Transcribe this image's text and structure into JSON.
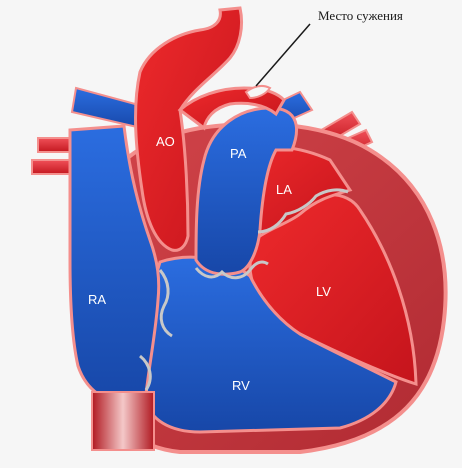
{
  "callout": {
    "text": "Место сужения"
  },
  "labels": {
    "ao": "AO",
    "pa": "PA",
    "la": "LA",
    "ra": "RA",
    "lv": "LV",
    "rv": "RV"
  },
  "colors": {
    "background": "#f6f6f6",
    "oxygenated_blood": "#e01a23",
    "deoxygenated_blood": "#1d5fd0",
    "myocardium": "#c9343a",
    "tissue_outline": "#f48f8d",
    "valve_line": "#c8c8c8"
  }
}
